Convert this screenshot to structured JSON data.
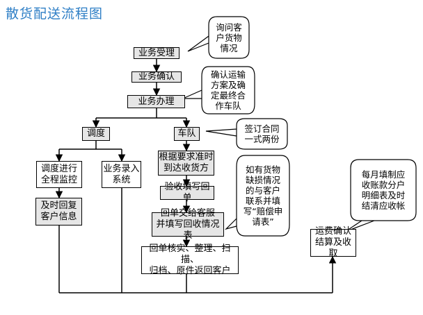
{
  "title": "散货配送流程图",
  "nodes": {
    "business_accept": "业务受理",
    "business_confirm": "业务确认",
    "business_handle": "业务办理",
    "dispatch": "调度",
    "fleet": "车队",
    "dispatch_monitor": "调度进行\n全程监控",
    "business_entry": "业务录入\n系统",
    "timely_reply": "及时回复\n客户信息",
    "on_time_pickup": "根据要求准时\n到达收货方",
    "inspect_receipt": "验收填写回单",
    "return_receipt": "回单交给客服\n并填写回收情况表",
    "receipt_verify": "回单核实、整理、扫描、\n归档、原件返回客户",
    "freight_settle": "运费确认\n结算及收取"
  },
  "callouts": {
    "inquire": "询问客\n户货物\n情况",
    "confirm_plan": "确认运输\n方案及确\n定最终合\n作车队",
    "sign_contract": "签订合同\n一式两份",
    "damage_claim": "如有货物\n缺损情况\n的与客户\n联系并填\n写“赔偿申\n请表”",
    "monthly_bill": "每月填制应\n收账款分户\n明细表及时\n结清应收帐"
  }
}
